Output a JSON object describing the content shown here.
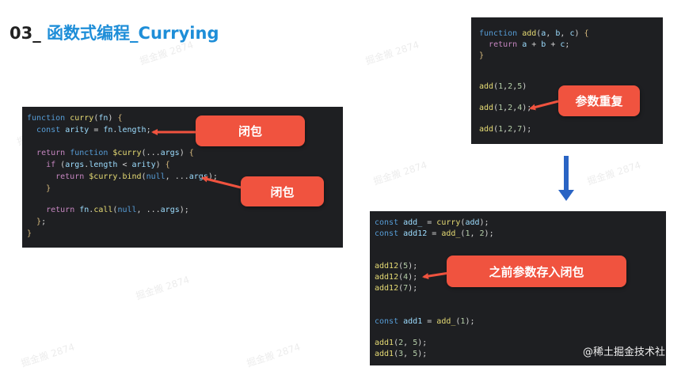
{
  "title": {
    "number": "03_",
    "text": "函数式编程_Currying"
  },
  "panel_curry": {
    "lines": [
      "function curry(fn) {",
      "  const arity = fn.length;",
      "",
      "  return function $curry(...args) {",
      "    if (args.length < arity) {",
      "      return $curry.bind(null, ...args);",
      "    }",
      "",
      "    return fn.call(null, ...args);",
      "  };",
      "}"
    ],
    "callouts": [
      "闭包",
      "闭包"
    ]
  },
  "panel_add": {
    "lines": [
      "function add(a, b, c) {",
      "  return a + b + c;",
      "}",
      "",
      "",
      "add(1,2,5)",
      "",
      "add(1,2,4);",
      "",
      "add(1,2,7);"
    ],
    "callout": "参数重复"
  },
  "panel_result": {
    "lines": [
      "const add_ = curry(add);",
      "const add12 = add_(1, 2);",
      "",
      "",
      "add12(5);",
      "add12(4);",
      "add12(7);",
      "",
      "",
      "const add1 = add_(1);",
      "",
      "add1(2, 5);",
      "add1(3, 5);"
    ],
    "callout": "之前参数存入闭包"
  },
  "watermarks": [
    "掘金搬 2874"
  ],
  "brand_watermark": "@稀土掘金技术社区",
  "colors": {
    "title_accent": "#1e8ed8",
    "callout_bg": "#f0533f",
    "down_arrow": "#2a64c4",
    "code_bg": "#1e1f22"
  }
}
